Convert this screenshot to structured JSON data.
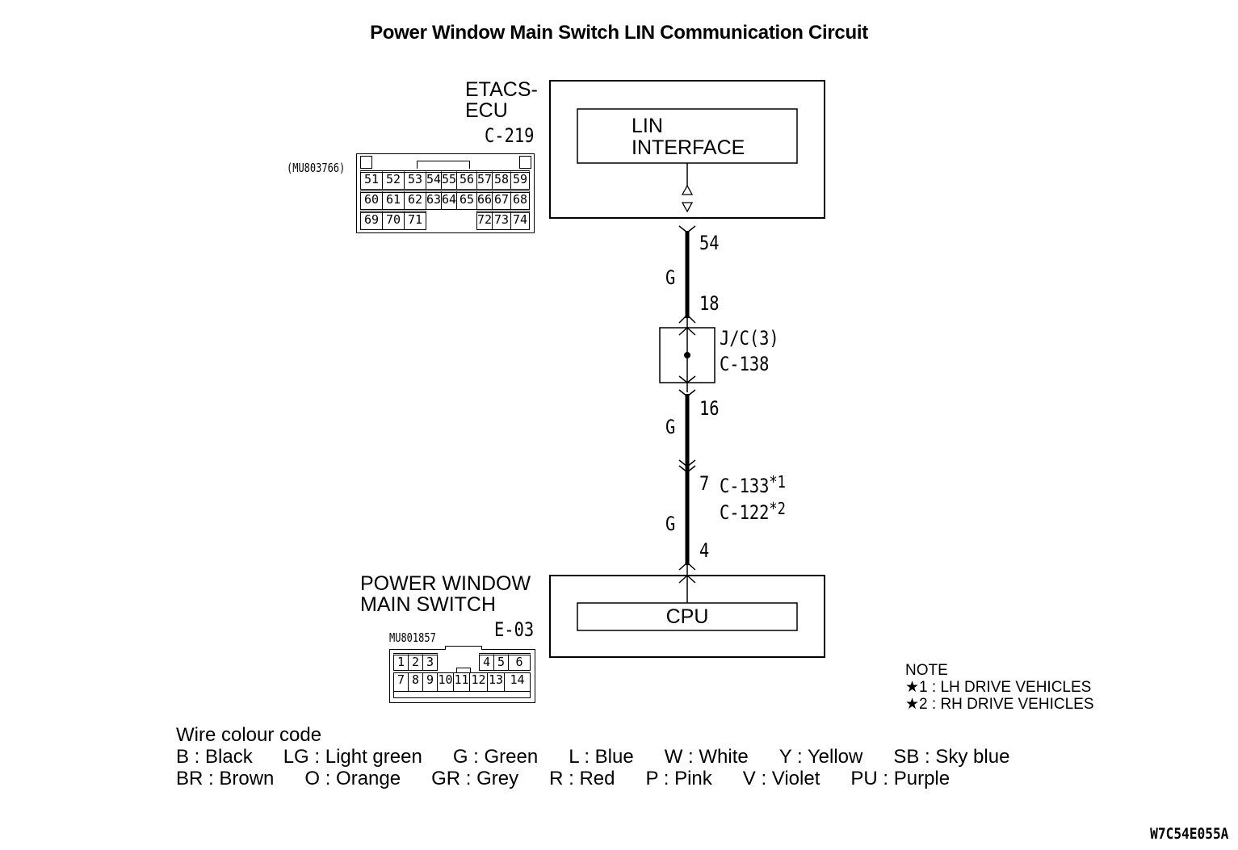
{
  "title": "Power Window Main Switch LIN Communication Circuit",
  "etacs": {
    "name_line1": "ETACS-",
    "name_line2": "ECU",
    "connector": "C-219",
    "part_no": "(MU803766)",
    "inner_block_line1": "LIN",
    "inner_block_line2": "INTERFACE",
    "pin_rows": [
      [
        "51",
        "52",
        "53",
        "54",
        "55",
        "56",
        "57",
        "58",
        "59"
      ],
      [
        "60",
        "61",
        "62",
        "63",
        "64",
        "65",
        "66",
        "67",
        "68"
      ],
      [
        "69",
        "70",
        "71",
        "",
        "",
        "",
        "72",
        "73",
        "74"
      ]
    ]
  },
  "wire": {
    "color_code": "G",
    "segments": [
      {
        "from_pin": "54",
        "to_pin": "18",
        "color": "G"
      },
      {
        "from_pin": "16",
        "to_pin": "7",
        "color": "G"
      },
      {
        "from_pin": "7",
        "to_pin": "4",
        "color": "G"
      }
    ]
  },
  "junction": {
    "name": "J/C(3)",
    "connector": "C-138",
    "pin_in": "18",
    "pin_out": "16"
  },
  "intermediate_connector": {
    "pin": "7",
    "lh": "C-133",
    "lh_mark": "*1",
    "rh": "C-122",
    "rh_mark": "*2"
  },
  "pw_switch": {
    "name_line1": "POWER WINDOW",
    "name_line2": "MAIN SWITCH",
    "connector": "E-03",
    "part_no": "MU801857",
    "inner_block": "CPU",
    "pin": "4",
    "pin_rows": [
      [
        "1",
        "2",
        "3",
        "",
        "",
        "4",
        "5",
        "6"
      ],
      [
        "7",
        "8",
        "9",
        "10",
        "11",
        "12",
        "13",
        "14"
      ]
    ]
  },
  "note": {
    "heading": "NOTE",
    "items": [
      {
        "mark": "★1",
        "text": " : LH DRIVE VEHICLES"
      },
      {
        "mark": "★2",
        "text": " : RH DRIVE VEHICLES"
      }
    ]
  },
  "legend": {
    "heading": "Wire colour code",
    "row1": [
      "B : Black",
      "LG : Light green",
      "G : Green",
      "L : Blue",
      "W : White",
      "Y : Yellow",
      "SB : Sky blue"
    ],
    "row2": [
      "BR : Brown",
      "O : Orange",
      "GR : Grey",
      "R : Red",
      "P : Pink",
      "V : Violet",
      "PU : Purple"
    ]
  },
  "figure_code": "W7C54E055A"
}
